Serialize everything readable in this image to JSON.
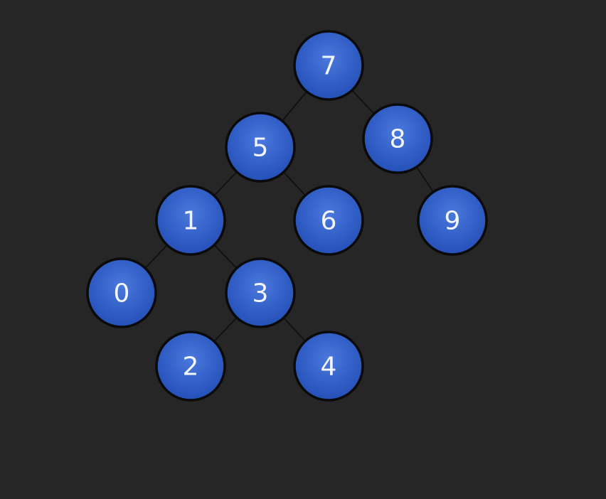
{
  "colors": {
    "background": "#262626",
    "node_fill_light": "#4a78dc",
    "node_fill_dark": "#2450b8",
    "node_border": "#0a0a0a",
    "edge": "#0d0d0d",
    "label": "#f4f6ff"
  },
  "tree": {
    "nodes": [
      {
        "id": "n7",
        "label": "7"
      },
      {
        "id": "n5",
        "label": "5"
      },
      {
        "id": "n8",
        "label": "8"
      },
      {
        "id": "n1",
        "label": "1"
      },
      {
        "id": "n6",
        "label": "6"
      },
      {
        "id": "n9",
        "label": "9"
      },
      {
        "id": "n0",
        "label": "0"
      },
      {
        "id": "n3",
        "label": "3"
      },
      {
        "id": "n2",
        "label": "2"
      },
      {
        "id": "n4",
        "label": "4"
      }
    ],
    "edges": [
      {
        "from": "n7",
        "to": "n5"
      },
      {
        "from": "n7",
        "to": "n8"
      },
      {
        "from": "n5",
        "to": "n1"
      },
      {
        "from": "n5",
        "to": "n6"
      },
      {
        "from": "n8",
        "to": "n9"
      },
      {
        "from": "n1",
        "to": "n0"
      },
      {
        "from": "n1",
        "to": "n3"
      },
      {
        "from": "n3",
        "to": "n2"
      },
      {
        "from": "n3",
        "to": "n4"
      }
    ]
  }
}
